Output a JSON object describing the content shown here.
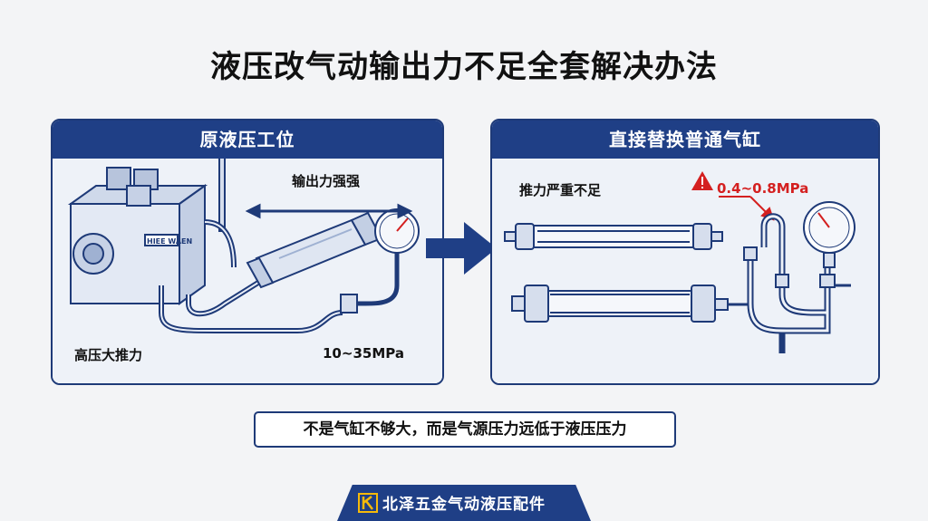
{
  "title": "液压改气动输出力不足全套解决办法",
  "left_panel": {
    "header": "原液压工位",
    "force_label": "输出力强强",
    "machine_plate": "HIEE WAEN",
    "left_label": "高压大推力",
    "pressure_label": "10~35MPa"
  },
  "right_panel": {
    "header": "直接替换普通气缸",
    "thrust_label": "推力严重不足",
    "pressure_label": "0.4~0.8MPa"
  },
  "note": "不是气缸不够大，而是气源压力远低于液压压力",
  "footer": {
    "brand": "北泽五金气动液压配件"
  },
  "colors": {
    "navy": "#1f3f86",
    "warning": "#d42020",
    "panel_bg": "#eef2f8"
  }
}
